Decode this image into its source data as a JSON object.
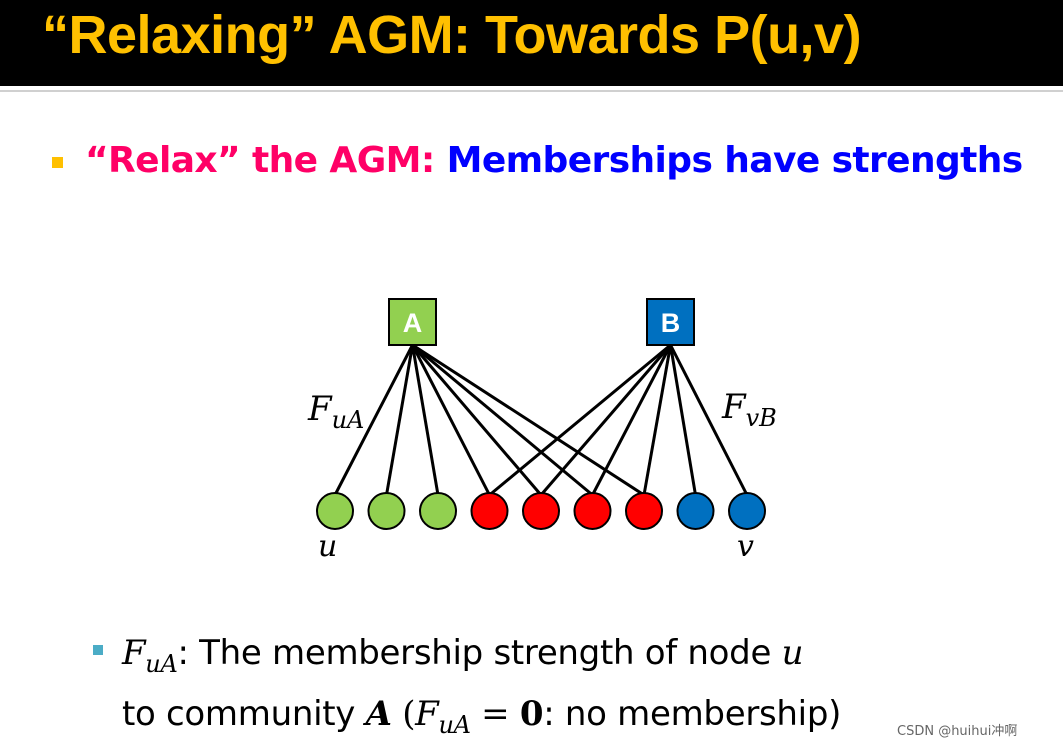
{
  "slide": {
    "title": "“Relaxing” AGM: Towards P(u,v)",
    "bullet1_part1": "“Relax” the AGM: ",
    "bullet1_part2": "Memberships have strengths",
    "sub_text_part1": ": The membership strength of node ",
    "sub_text_part2": "to community ",
    "sub_text_part3": ": no membership)",
    "open_paren": "(",
    "eq": " = ",
    "zero": "0",
    "watermark": "CSDN @huihui冲啊"
  },
  "math": {
    "F": "F",
    "uA": "uA",
    "u": "u",
    "A": "A"
  },
  "diagram": {
    "community_a": "A",
    "community_b": "B",
    "edge_label_a": "F",
    "edge_label_a_sub": "uA",
    "edge_label_b": "F",
    "edge_label_b_sub": "vB",
    "node_label_left": "u",
    "node_label_right": "v",
    "nodes": [
      {
        "color": "#92d050",
        "member_of": [
          "A"
        ]
      },
      {
        "color": "#92d050",
        "member_of": [
          "A"
        ]
      },
      {
        "color": "#92d050",
        "member_of": [
          "A"
        ]
      },
      {
        "color": "#ff0000",
        "member_of": [
          "A",
          "B"
        ]
      },
      {
        "color": "#ff0000",
        "member_of": [
          "A",
          "B"
        ]
      },
      {
        "color": "#ff0000",
        "member_of": [
          "A",
          "B"
        ]
      },
      {
        "color": "#ff0000",
        "member_of": [
          "A",
          "B"
        ]
      },
      {
        "color": "#0070c0",
        "member_of": [
          "B"
        ]
      },
      {
        "color": "#0070c0",
        "member_of": [
          "B"
        ]
      }
    ]
  },
  "colors": {
    "title": "#ffc000",
    "bullet": "#ffc000",
    "pink": "#ff0066",
    "blue": "#0000ff",
    "sub_bullet": "#4bacc6",
    "community_a": "#92d050",
    "community_b": "#0070c0"
  }
}
